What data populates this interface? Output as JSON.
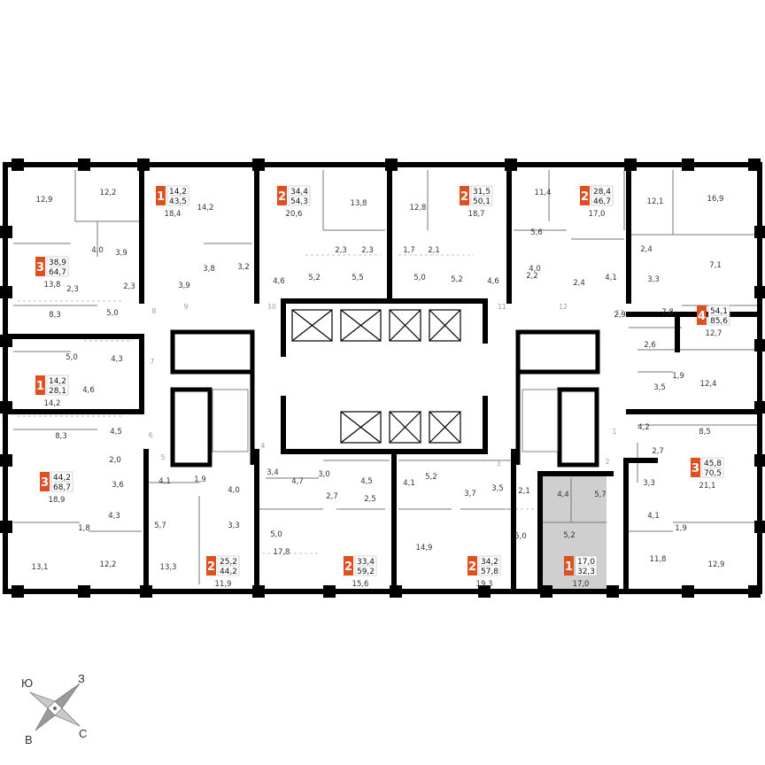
{
  "colors": {
    "wall": "#000000",
    "badge": "#e0501f",
    "selected_unit": "#cfcfcf",
    "thin_line": "#777777",
    "background": "#ffffff"
  },
  "compass": {
    "icon": "compass-rose-icon",
    "north_label": "З",
    "south_label": "Ю",
    "west_label": "В",
    "east_label": "С"
  },
  "apartments": [
    {
      "id": "a1",
      "rooms": "1",
      "living": "14,2",
      "total": "43,5",
      "main_room": "18,4"
    },
    {
      "id": "a2",
      "rooms": "2",
      "living": "34,4",
      "total": "54,3",
      "main_room": "20,6"
    },
    {
      "id": "a3",
      "rooms": "2",
      "living": "31,5",
      "total": "50,1",
      "main_room": "18,7"
    },
    {
      "id": "a4",
      "rooms": "2",
      "living": "28,4",
      "total": "46,7",
      "main_room": "17,0"
    },
    {
      "id": "a5",
      "rooms": "3",
      "living": "38,9",
      "total": "64,7",
      "main_room": "13,8"
    },
    {
      "id": "a6",
      "rooms": "4",
      "living": "54,1",
      "total": "85,6",
      "main_room": "12,7"
    },
    {
      "id": "a7",
      "rooms": "1",
      "living": "14,2",
      "total": "28,1",
      "main_room": "14,2"
    },
    {
      "id": "a8",
      "rooms": "3",
      "living": "44,2",
      "total": "68,7",
      "main_room": "18,9"
    },
    {
      "id": "a9",
      "rooms": "3",
      "living": "45,8",
      "total": "70,5",
      "main_room": "21,1"
    },
    {
      "id": "a10",
      "rooms": "2",
      "living": "25,2",
      "total": "44,2",
      "main_room": "11,9"
    },
    {
      "id": "a11",
      "rooms": "2",
      "living": "33,4",
      "total": "59,2",
      "main_room": "15,6"
    },
    {
      "id": "a12",
      "rooms": "2",
      "living": "34,2",
      "total": "57,8",
      "main_room": "19,3"
    },
    {
      "id": "a13",
      "rooms": "1",
      "living": "17,0",
      "total": "32,3",
      "main_room": "17,0",
      "selected": true
    }
  ],
  "room_areas": [
    "12,9",
    "12,2",
    "14,2",
    "13,8",
    "12,8",
    "11,4",
    "12,1",
    "16,9",
    "4,0",
    "3,9",
    "3,8",
    "3,2",
    "3,9",
    "4,6",
    "2,3",
    "2,3",
    "5,2",
    "5,5",
    "1,7",
    "2,1",
    "5,0",
    "5,2",
    "4,6",
    "5,6",
    "4,0",
    "2,2",
    "2,4",
    "4,1",
    "3,3",
    "2,4",
    "7,1",
    "2,3",
    "2,3",
    "8,3",
    "5,0",
    "2,9",
    "7,8",
    "2,6",
    "5,0",
    "4,3",
    "4,6",
    "3,5",
    "1,9",
    "12,4",
    "8,3",
    "4,5",
    "4,2",
    "8,5",
    "2,0",
    "2,7",
    "3,6",
    "4,1",
    "1,9",
    "4,0",
    "3,4",
    "4,7",
    "3,0",
    "4,5",
    "4,1",
    "5,2",
    "3,7",
    "3,5",
    "2,1",
    "4,4",
    "5,7",
    "3,3",
    "4,3",
    "1,8",
    "5,7",
    "3,3",
    "5,0",
    "2,7",
    "2,5",
    "5,0",
    "5,2",
    "4,1",
    "1,9",
    "13,1",
    "12,2",
    "13,3",
    "17,8",
    "14,9",
    "11,8",
    "12,9"
  ],
  "corridor_numbers": [
    "1",
    "2",
    "3",
    "4",
    "5",
    "6",
    "7",
    "8",
    "9",
    "10",
    "11",
    "12",
    "13"
  ]
}
